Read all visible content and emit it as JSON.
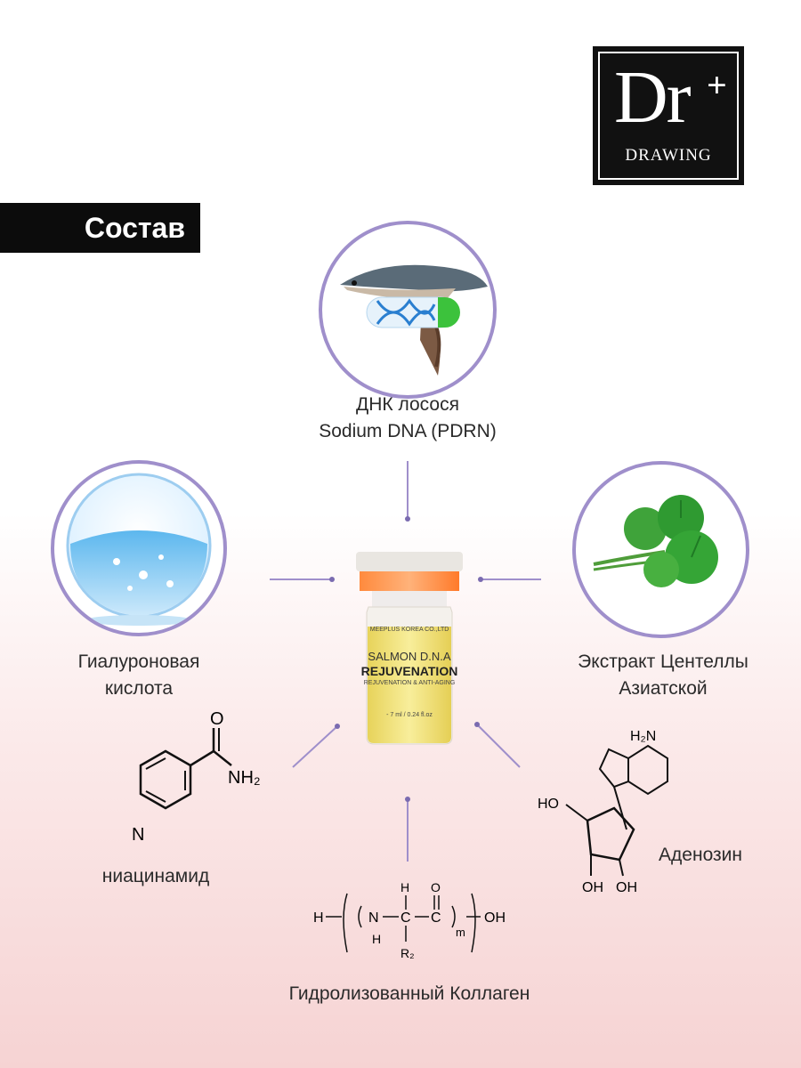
{
  "brand": {
    "logo_main": "Dr",
    "logo_plus": "+",
    "logo_word": "DRAWING"
  },
  "section_title": "Состав",
  "ingredients": {
    "salmon": {
      "line1": "ДНК лосося",
      "line2": "Sodium DNA (PDRN)",
      "icon": "salmon-dna-icon"
    },
    "hyaluronic": {
      "line1": "Гиалуроновая",
      "line2": "кислота",
      "icon": "water-sphere-icon"
    },
    "centella": {
      "line1": "Экстракт Центеллы",
      "line2": "Азиатской",
      "icon": "centella-leaves-icon"
    },
    "niacinamide": {
      "label": "ниацинамид",
      "formula_nh2": "NH₂",
      "formula_o": "O",
      "formula_n": "N"
    },
    "adenosine": {
      "label": "Аденозин",
      "h2n": "H₂N",
      "oh_top": "HO",
      "oh1": "OH",
      "oh2": "OH"
    },
    "collagen": {
      "label": "Гидролизованный Коллаген",
      "h": "H",
      "n": "N",
      "c": "C",
      "o": "O",
      "m": "m",
      "oh": "OH",
      "r": "R₂"
    }
  },
  "product": {
    "maker": "MEEPLUS KOREA CO.,LTD",
    "line1": "SALMON D.N.A",
    "line2": "REJUVENATION",
    "line3": "REJUVENATION & ANTI-AGING",
    "volume": "- 7 ml / 0.24 fl.oz"
  },
  "colors": {
    "accent": "#9f8fcb",
    "cap": "#ff7a2a",
    "liquid": "#f1e27a"
  }
}
